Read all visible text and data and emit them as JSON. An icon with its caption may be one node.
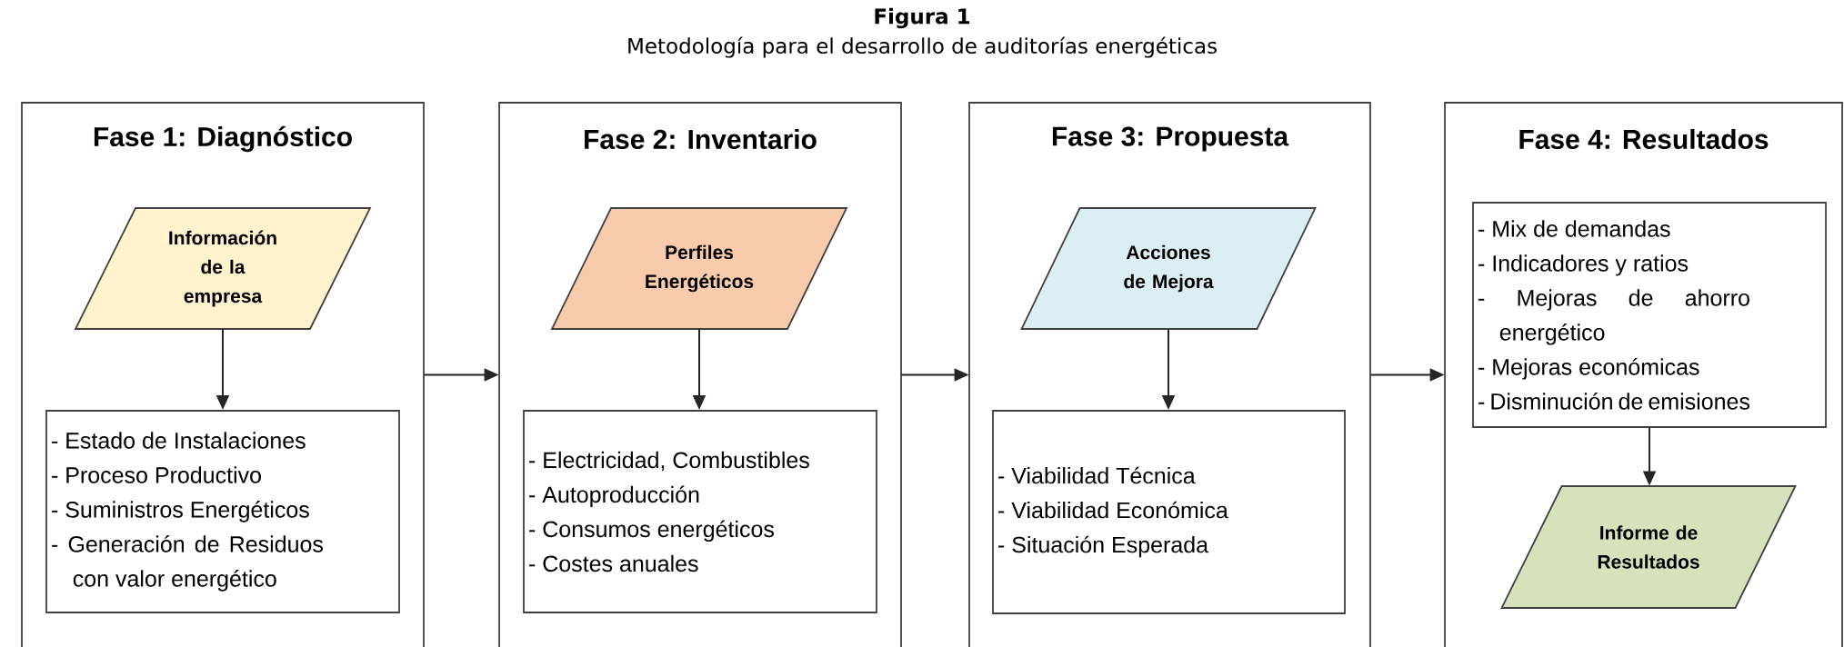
{
  "diagram": {
    "title": "Figura 1",
    "caption": "Metodología para el desarrollo de auditorías energéticas",
    "nodes": [
      {
        "text": [
          "Fase 1: Diagnóstico"
        ]
      },
      {
        "text": [
          "Información de la empresa"
        ],
        "in": 0
      },
      {
        "text": [
          "- Estado de Instalaciones",
          "- Proceso Productivo",
          "- Suministros Energéticos",
          "- Generación de Residuos con valor energético"
        ],
        "in": 0
      },
      {
        "text": [
          "Fase 2: Inventario"
        ]
      },
      {
        "text": [
          "Perfiles Energéticos"
        ],
        "in": 3
      },
      {
        "text": [
          "- Electricidad, Combustibles",
          "- Autoproducción",
          "- Consumos energéticos",
          "- Costes anuales"
        ],
        "in": 3
      },
      {
        "text": [
          "Fase 3: Propuesta"
        ]
      },
      {
        "text": [
          "Acciones de Mejora"
        ],
        "in": 6
      },
      {
        "text": [
          "- Viabilidad Técnica",
          "- Viabilidad Económica",
          "- Situación Esperada"
        ],
        "in": 6
      },
      {
        "text": [
          "Fase 4: Resultados"
        ]
      },
      {
        "text": [
          "- Mix de demandas",
          "- Indicadores y ratios",
          "- Mejoras de ahorro energético",
          "- Mejoras económicas",
          "- Disminución de emisiones"
        ],
        "in": 9
      },
      {
        "text": [
          "Informe de Resultados"
        ],
        "in": 9
      }
    ],
    "edges": [
      {
        "from": 1,
        "to": 2,
        "arrow": "to"
      },
      {
        "from": 4,
        "to": 5,
        "arrow": "to"
      },
      {
        "from": 7,
        "to": 8,
        "arrow": "to"
      },
      {
        "from": 10,
        "to": 11,
        "arrow": "to"
      },
      {
        "from": 0,
        "to": 3,
        "arrow": "to"
      },
      {
        "from": 3,
        "to": 6,
        "arrow": "to"
      },
      {
        "from": 6,
        "to": 9,
        "arrow": "to"
      }
    ]
  }
}
